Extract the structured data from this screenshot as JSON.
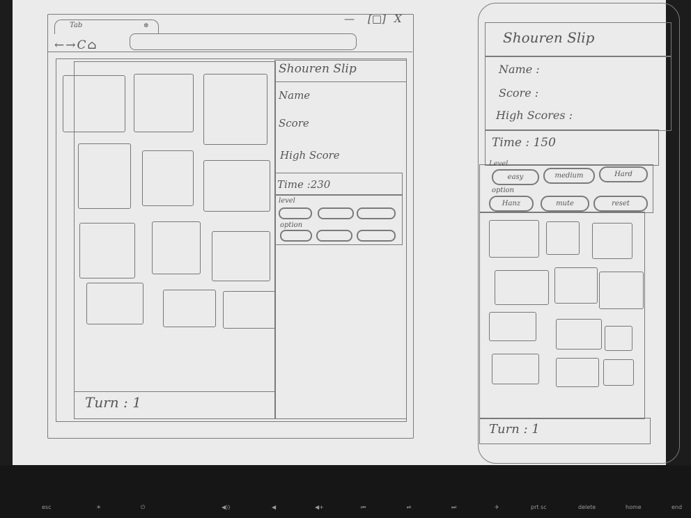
{
  "desktop": {
    "tab_title": "Tab",
    "tab_close": "⊗",
    "window_controls": [
      "—",
      "[□]",
      "X"
    ],
    "nav_icons": "←→C⌂",
    "panel": {
      "title": "Shouren Slip",
      "name_label": "Name",
      "score_label": "Score",
      "high_score_label": "High Score",
      "time_label": "Time :230",
      "level_label": "level",
      "option_label": "option"
    },
    "turn_label": "Turn : 1"
  },
  "mobile": {
    "title": "Shouren Slip",
    "name_label": "Name :",
    "score_label": "Score :",
    "high_scores_label": "High Scores :",
    "time_label": "Time : 150",
    "level_label": "Level",
    "option_label": "option",
    "level_buttons": [
      "easy",
      "medium",
      "Hard"
    ],
    "option_buttons": [
      "Hanz",
      "mute",
      "reset"
    ],
    "turn_label": "Turn : 1"
  },
  "keyboard_keys": [
    "esc",
    "☀",
    "⏻",
    "◀))",
    "◀",
    "◀+",
    "⏮",
    "⏯",
    "⏭",
    "✈",
    "prt sc",
    "delete",
    "home",
    "end"
  ]
}
